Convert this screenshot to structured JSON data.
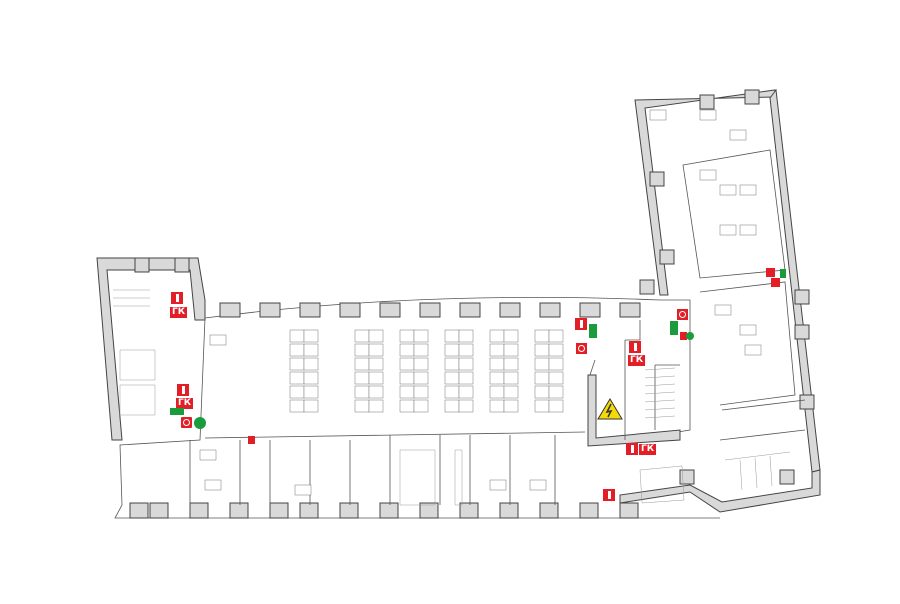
{
  "plan": {
    "labels": {
      "hydrant_1": "ГК",
      "hydrant_2": "ГК",
      "hydrant_3": "ГК",
      "hydrant_4": "ГК"
    },
    "colors": {
      "fire": "#e21f26",
      "exit": "#1a9b3c",
      "danger": "#f5d90a",
      "wall": "#d9d9d9"
    },
    "icons": [
      "fire-extinguisher-icon",
      "fire-alarm-icon",
      "emergency-exit-icon",
      "assembly-point-icon",
      "high-voltage-warning-icon"
    ]
  }
}
